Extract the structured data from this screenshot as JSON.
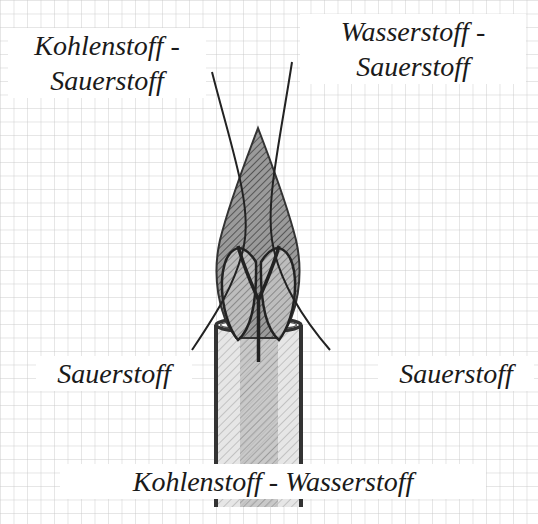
{
  "diagram": {
    "labels": [
      "Kohlenstoff - Sauerstoff",
      "Wasserstoff - Sauerstoff",
      "Sauerstoff",
      "Sauerstoff",
      "Kohlenstoff - Wasserstoff"
    ]
  }
}
